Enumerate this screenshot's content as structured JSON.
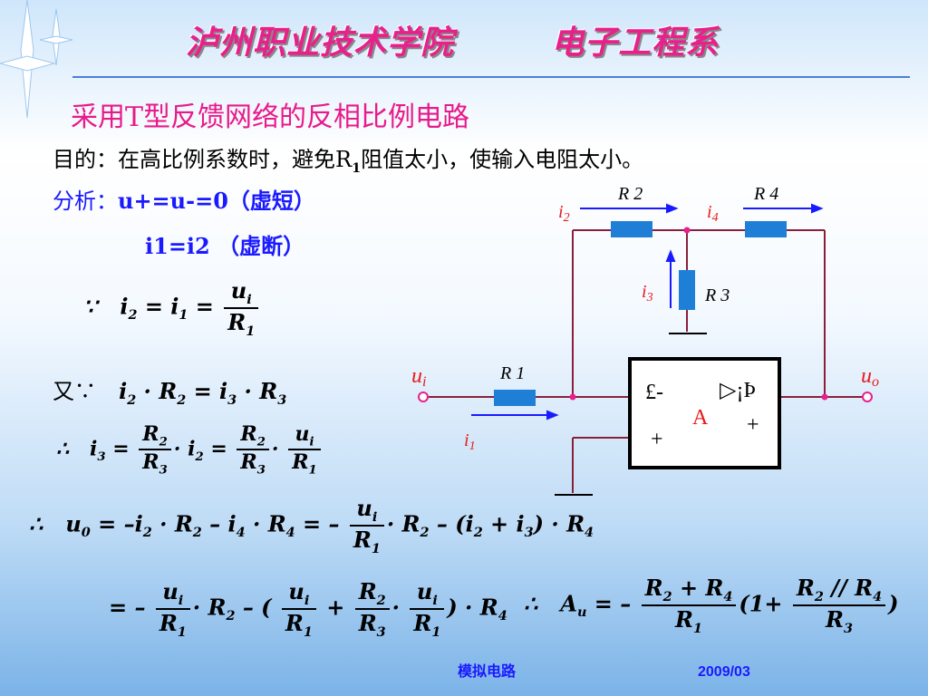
{
  "header": {
    "college": "泸州职业技术学院",
    "department": "电子工程系"
  },
  "slide": {
    "title": "采用T型反馈网络的反相比例电路",
    "purpose": "目的：在高比例系数时，避免R",
    "purpose_sub": "1",
    "purpose_tail": "阻值太小，使输入电阻太小。",
    "analysis_label": "分析：",
    "analysis_1": "u+=u-=0（虚短）",
    "analysis_2": "i1=i2 （虚断）"
  },
  "circuit": {
    "labels": {
      "r1": "R 1",
      "r2": "R 2",
      "r3": "R 3",
      "r4": "R 4",
      "i1": "i",
      "i1s": "1",
      "i2": "i",
      "i2s": "2",
      "i3": "i",
      "i3s": "3",
      "i4": "i",
      "i4s": "4",
      "ui": "u",
      "uis": "i",
      "uo": "u",
      "uos": "o",
      "amp": "A",
      "minus": "£-",
      "plus_in": "+",
      "plus_out": "+",
      "symbol": "▷¡Þ"
    }
  },
  "footer": {
    "course": "模拟电路",
    "date": "2009/03"
  },
  "colors": {
    "pink": "#e8208c",
    "blue": "#1a1aff",
    "resistor": "#1f7fd6",
    "wire": "#8a1f3a"
  }
}
